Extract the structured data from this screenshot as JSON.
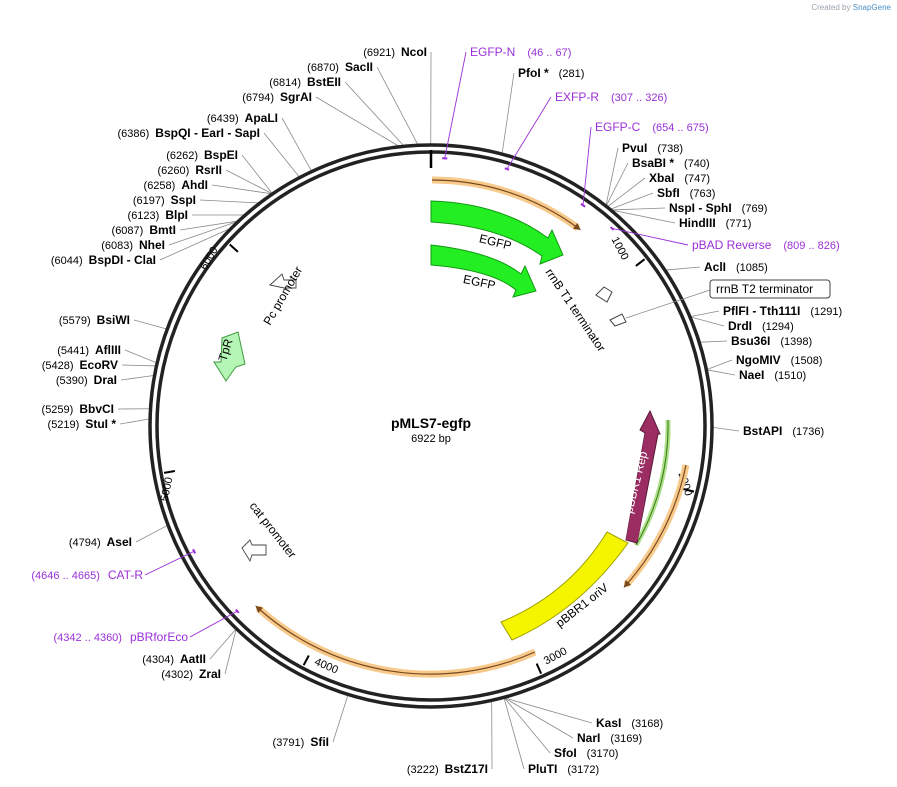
{
  "credit": {
    "prefix": "Created by",
    "brand": "SnapGene"
  },
  "plasmid": {
    "name": "pMLS7-egfp",
    "size_label": "6922 bp",
    "length": 6922
  },
  "ticks": [
    "1000",
    "2000",
    "3000",
    "4000",
    "5000",
    "6000"
  ],
  "sites": [
    {
      "name": "NcoI",
      "pos": "(6921)",
      "side": "L"
    },
    {
      "name": "SacII",
      "pos": "(6870)",
      "side": "L"
    },
    {
      "name": "BstEII",
      "pos": "(6814)",
      "side": "L"
    },
    {
      "name": "SgrAI",
      "pos": "(6794)",
      "side": "L"
    },
    {
      "name": "ApaLI",
      "pos": "(6439)",
      "side": "L"
    },
    {
      "name": "BspQI  - EarI  - SapI",
      "pos": "(6386)",
      "side": "L"
    },
    {
      "name": "BspEI",
      "pos": "(6262)",
      "side": "L"
    },
    {
      "name": "RsrII",
      "pos": "(6260)",
      "side": "L"
    },
    {
      "name": "AhdI",
      "pos": "(6258)",
      "side": "L"
    },
    {
      "name": "SspI",
      "pos": "(6197)",
      "side": "L"
    },
    {
      "name": "BlpI",
      "pos": "(6123)",
      "side": "L"
    },
    {
      "name": "BmtI",
      "pos": "(6087)",
      "side": "L"
    },
    {
      "name": "NheI",
      "pos": "(6083)",
      "side": "L"
    },
    {
      "name": "BspDI  - ClaI",
      "pos": "(6044)",
      "side": "L"
    },
    {
      "name": "BsiWI",
      "pos": "(5579)",
      "side": "L"
    },
    {
      "name": "AflIII",
      "pos": "(5441)",
      "side": "L"
    },
    {
      "name": "EcoRV",
      "pos": "(5428)",
      "side": "L"
    },
    {
      "name": "DraI",
      "pos": "(5390)",
      "side": "L"
    },
    {
      "name": "BbvCI",
      "pos": "(5259)",
      "side": "L"
    },
    {
      "name": "StuI *",
      "pos": "(5219)",
      "side": "L"
    },
    {
      "name": "AseI",
      "pos": "(4794)",
      "side": "L"
    },
    {
      "name": "AatII",
      "pos": "(4304)",
      "side": "L"
    },
    {
      "name": "ZraI",
      "pos": "(4302)",
      "side": "L"
    },
    {
      "name": "SfiI",
      "pos": "(3791)",
      "side": "L"
    },
    {
      "name": "BstZ17I",
      "pos": "(3222)",
      "side": "L"
    },
    {
      "name": "PfoI *",
      "pos": "(281)",
      "side": "R"
    },
    {
      "name": "PvuI",
      "pos": "(738)",
      "side": "R"
    },
    {
      "name": "BsaBI *",
      "pos": "(740)",
      "side": "R"
    },
    {
      "name": "XbaI",
      "pos": "(747)",
      "side": "R"
    },
    {
      "name": "SbfI",
      "pos": "(763)",
      "side": "R"
    },
    {
      "name": "NspI  - SphI",
      "pos": "(769)",
      "side": "R"
    },
    {
      "name": "HindIII",
      "pos": "(771)",
      "side": "R"
    },
    {
      "name": "AclI",
      "pos": "(1085)",
      "side": "R"
    },
    {
      "name": "PflFI  - Tth111I",
      "pos": "(1291)",
      "side": "R"
    },
    {
      "name": "DrdI",
      "pos": "(1294)",
      "side": "R"
    },
    {
      "name": "Bsu36I",
      "pos": "(1398)",
      "side": "R"
    },
    {
      "name": "NgoMIV",
      "pos": "(1508)",
      "side": "R"
    },
    {
      "name": "NaeI",
      "pos": "(1510)",
      "side": "R"
    },
    {
      "name": "BstAPI",
      "pos": "(1736)",
      "side": "R"
    },
    {
      "name": "KasI",
      "pos": "(3168)",
      "side": "R"
    },
    {
      "name": "NarI",
      "pos": "(3169)",
      "side": "R"
    },
    {
      "name": "SfoI",
      "pos": "(3170)",
      "side": "R"
    },
    {
      "name": "PluTI",
      "pos": "(3172)",
      "side": "R"
    }
  ],
  "primers": [
    {
      "name": "EGFP-N",
      "range": "(46 .. 67)",
      "side": "R"
    },
    {
      "name": "EXFP-R",
      "range": "(307 .. 326)",
      "side": "R"
    },
    {
      "name": "EGFP-C",
      "range": "(654 .. 675)",
      "side": "R"
    },
    {
      "name": "pBAD Reverse",
      "range": "(809 .. 826)",
      "side": "R"
    },
    {
      "name": "CAT-R",
      "range": "(4646 .. 4665)",
      "side": "L"
    },
    {
      "name": "pBRforEco",
      "range": "(4342 .. 4360)",
      "side": "L"
    }
  ],
  "features": {
    "egfp_1": "EGFP",
    "egfp_2": "EGFP",
    "rrnb_t1": "rrnB T1 terminator",
    "rrnb_t2": "rrnB T2 terminator",
    "pc_promoter": "Pc promoter",
    "tpr": "TpR",
    "pbbr1_rep": "pBBR1 Rep",
    "pbbr1_oriv": "pBBR1 oriV",
    "cat_promoter": "cat promoter"
  },
  "colors": {
    "backbone": "#222222",
    "site_text": "#000000",
    "primer": "#9b30d9",
    "egfp": "#22ee22",
    "tpr": "#b5f5b5",
    "rep": "#9b2d63",
    "oriv": "#f5f500",
    "orf_fill": "#f7c98b",
    "orf_line": "#7a4a1e"
  }
}
